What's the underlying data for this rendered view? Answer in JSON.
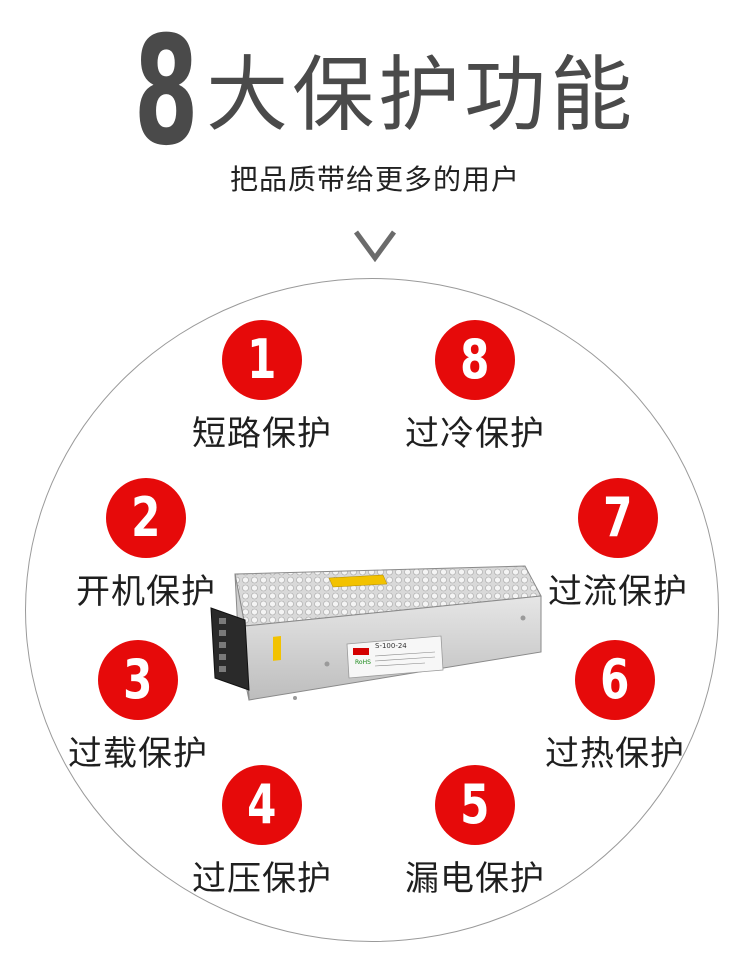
{
  "header": {
    "number": "8",
    "title": "大保护功能",
    "subtitle": "把品质带给更多的用户"
  },
  "colors": {
    "accent_red": "#e60a0a",
    "title_gray": "#4a4a4a",
    "circle_border": "#9a9a9a"
  },
  "features": [
    {
      "number": "1",
      "label": "短路保护"
    },
    {
      "number": "8",
      "label": "过冷保护"
    },
    {
      "number": "2",
      "label": "开机保护"
    },
    {
      "number": "7",
      "label": "过流保护"
    },
    {
      "number": "3",
      "label": "过载保护"
    },
    {
      "number": "6",
      "label": "过热保护"
    },
    {
      "number": "4",
      "label": "过压保护"
    },
    {
      "number": "5",
      "label": "漏电保护"
    }
  ],
  "product": {
    "model_label": "S-100-24",
    "rohs_label": "RoHS",
    "icon": "power-supply-unit-image"
  }
}
